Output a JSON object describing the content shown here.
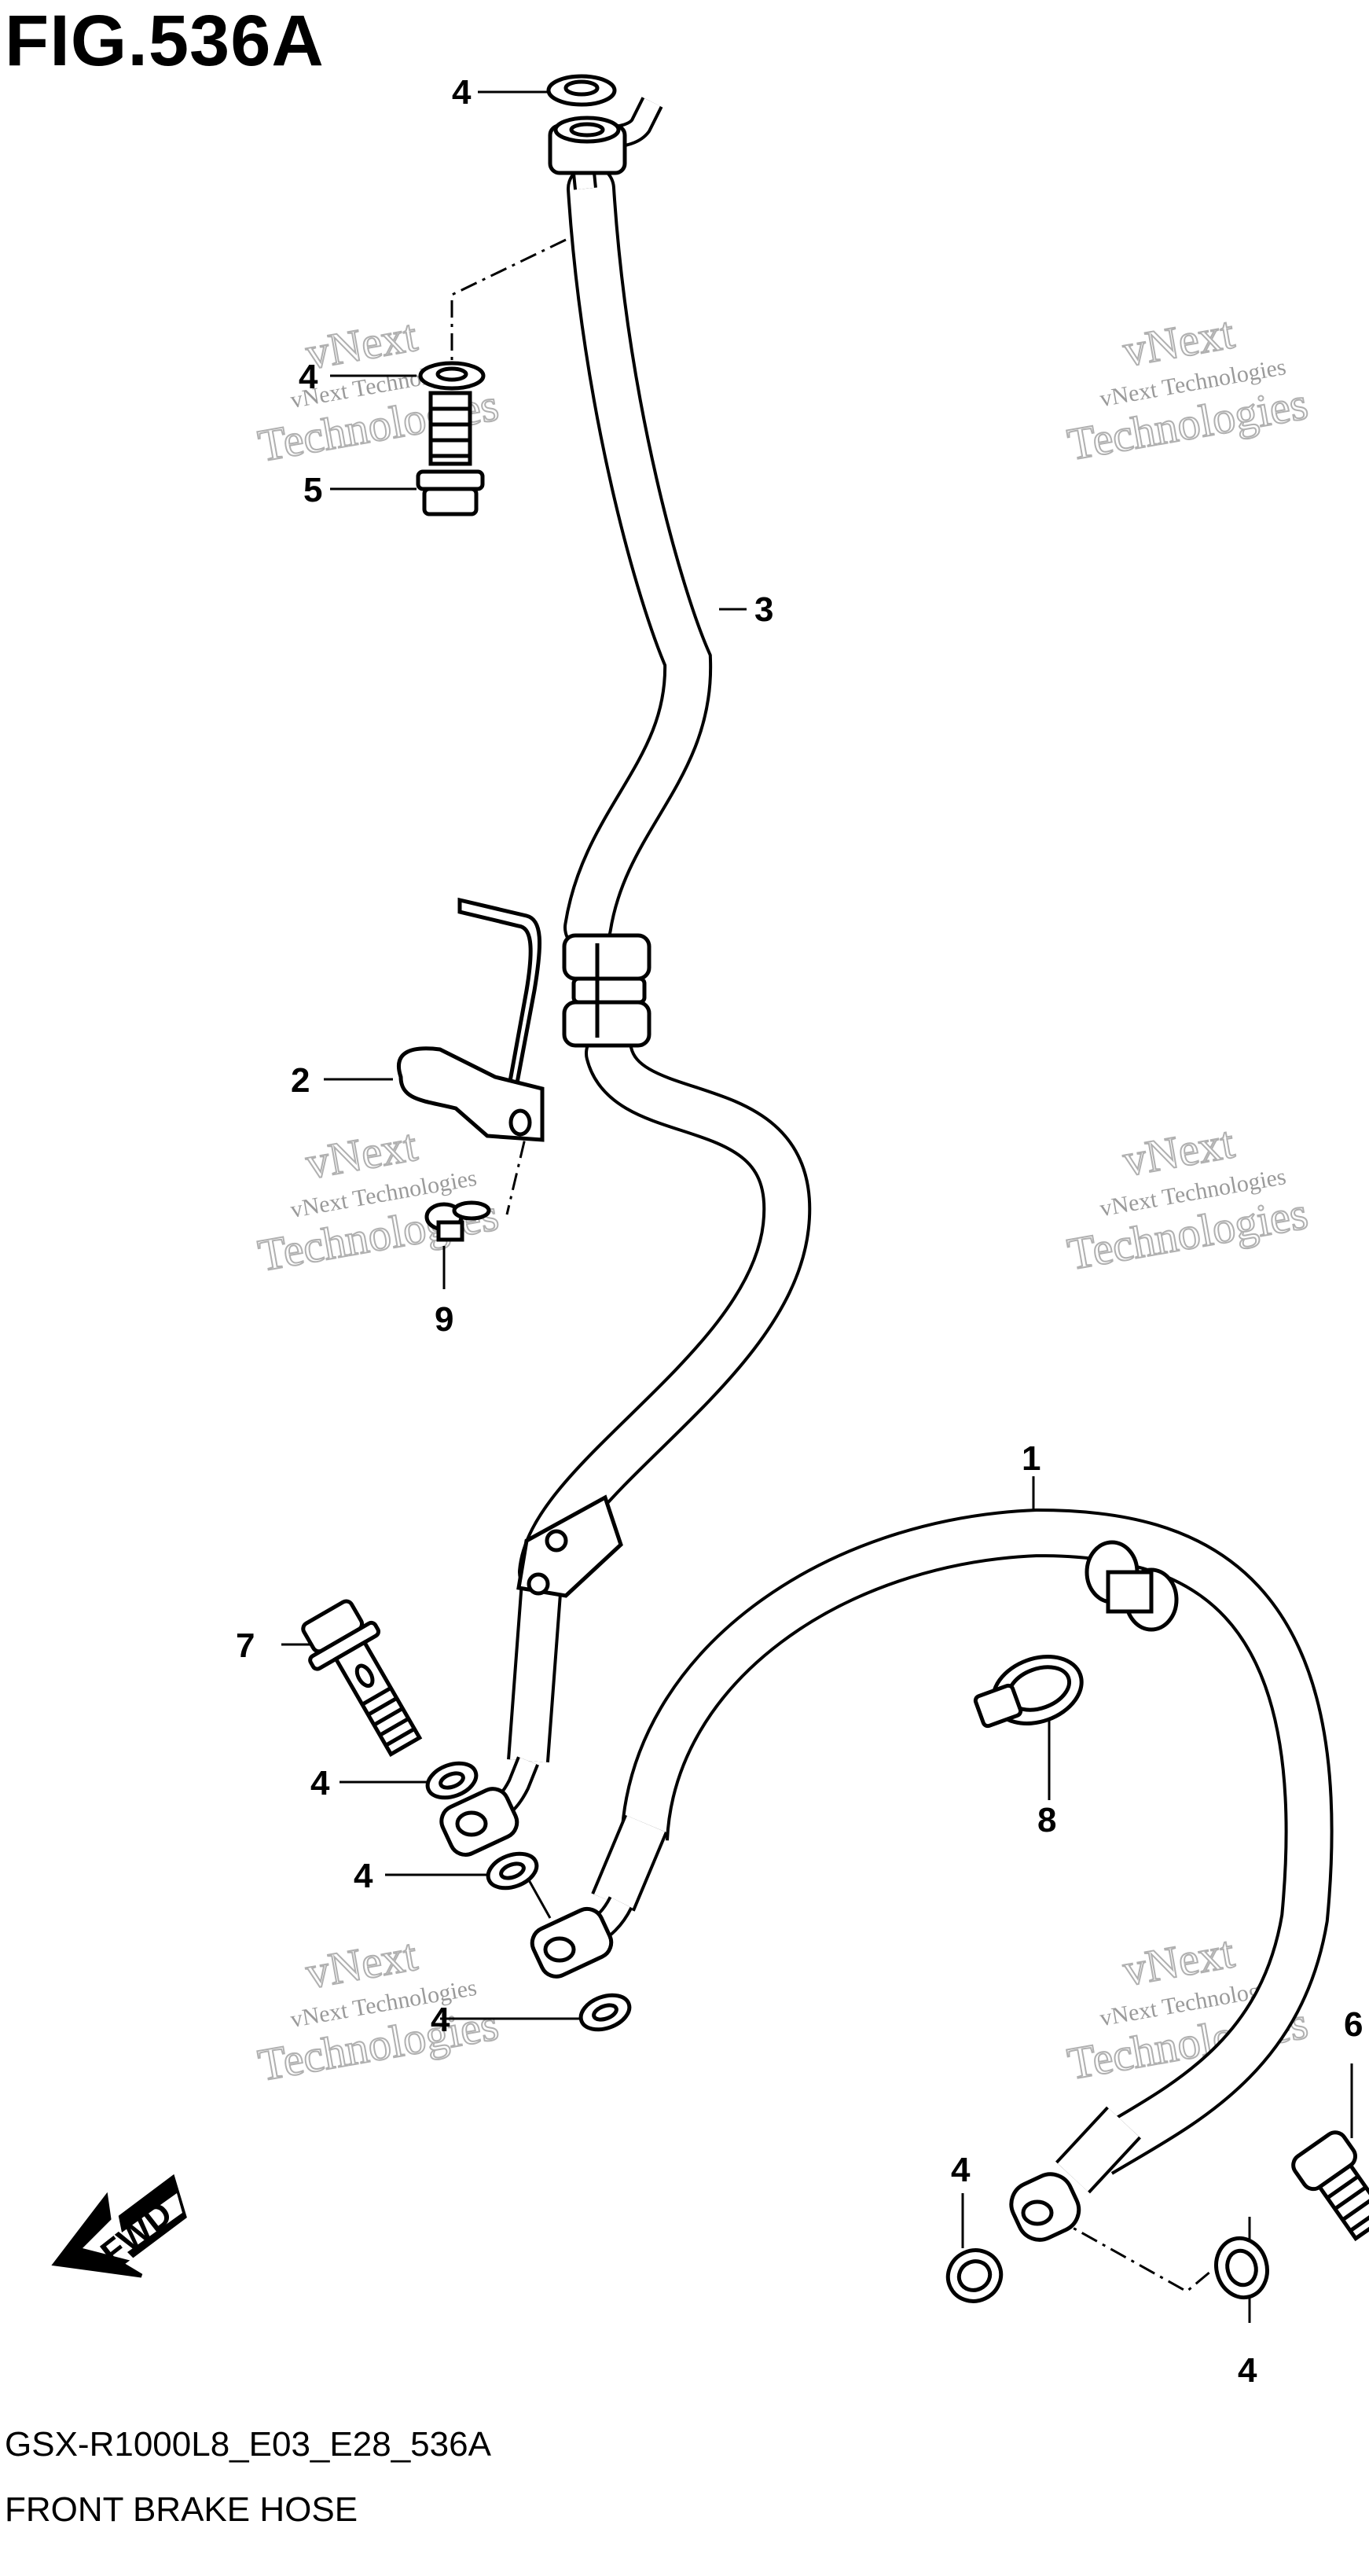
{
  "figure": {
    "title": "FIG.536A",
    "code": "GSX-R1000L8_E03_E28_536A",
    "description": "FRONT BRAKE HOSE"
  },
  "direction_label": "FWD",
  "watermark": {
    "line1": "vNext Technologies",
    "line2a": "vNext",
    "line2b": "Technologies"
  },
  "callouts": {
    "c1": "1",
    "c2": "2",
    "c3": "3",
    "c4_top": "4",
    "c4_bolt": "4",
    "c4_mid1": "4",
    "c4_mid2": "4",
    "c4_mid3": "4",
    "c4_low_left": "4",
    "c4_low_right": "4",
    "c5": "5",
    "c6": "6",
    "c7": "7",
    "c8": "8",
    "c9": "9"
  }
}
